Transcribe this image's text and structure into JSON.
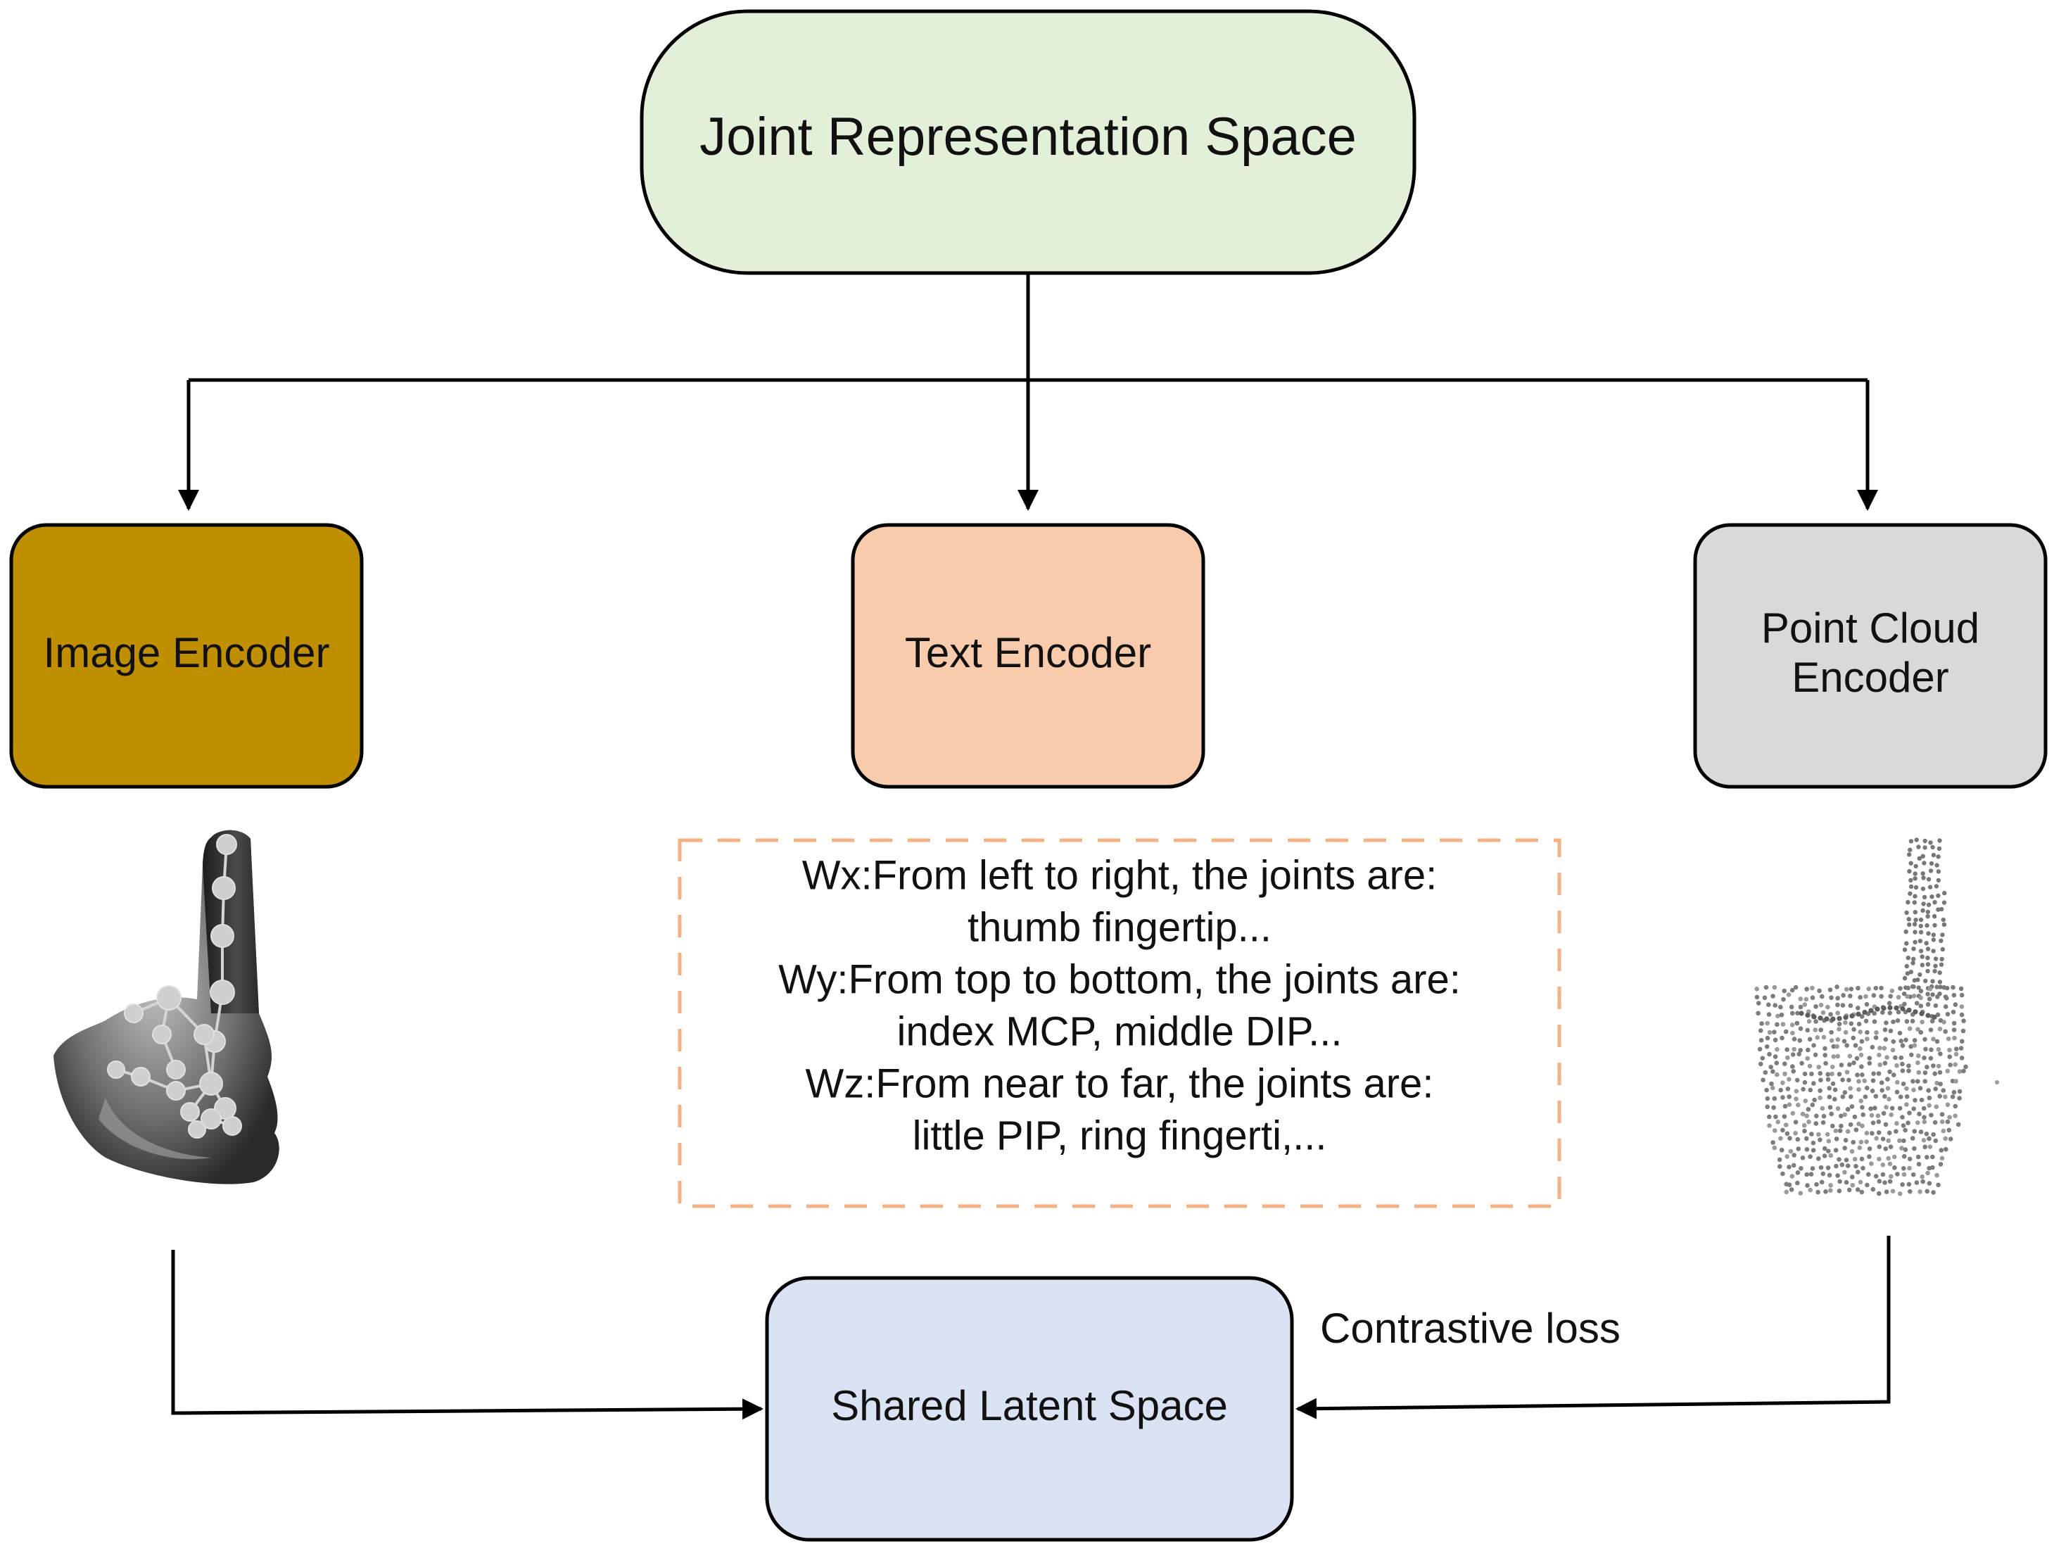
{
  "diagram": {
    "top_node": {
      "label": "Joint Representation Space",
      "fill": "#e2efd9"
    },
    "encoders": [
      {
        "label_lines": [
          "Image Encoder"
        ],
        "fill": "#bf8f00"
      },
      {
        "label_lines": [
          "Text Encoder"
        ],
        "fill": "#f8cbad"
      },
      {
        "label_lines": [
          "Point Cloud",
          "Encoder"
        ],
        "fill": "#d9d9d9"
      }
    ],
    "text_prompt": {
      "lines": [
        "Wx:From left to right, the joints are:",
        "thumb fingertip...",
        "Wy:From top to bottom, the joints are:",
        "index MCP, middle DIP...",
        "Wz:From near to far, the joints are:",
        "little PIP, ring fingerti,..."
      ],
      "border_color": "#f4b183"
    },
    "bottom_node": {
      "label": "Shared Latent Space",
      "fill": "#dae3f3"
    },
    "edge_label": "Contrastive loss",
    "icons": {
      "depth_image": "hand-depth-image-icon",
      "point_cloud": "hand-point-cloud-icon"
    }
  }
}
